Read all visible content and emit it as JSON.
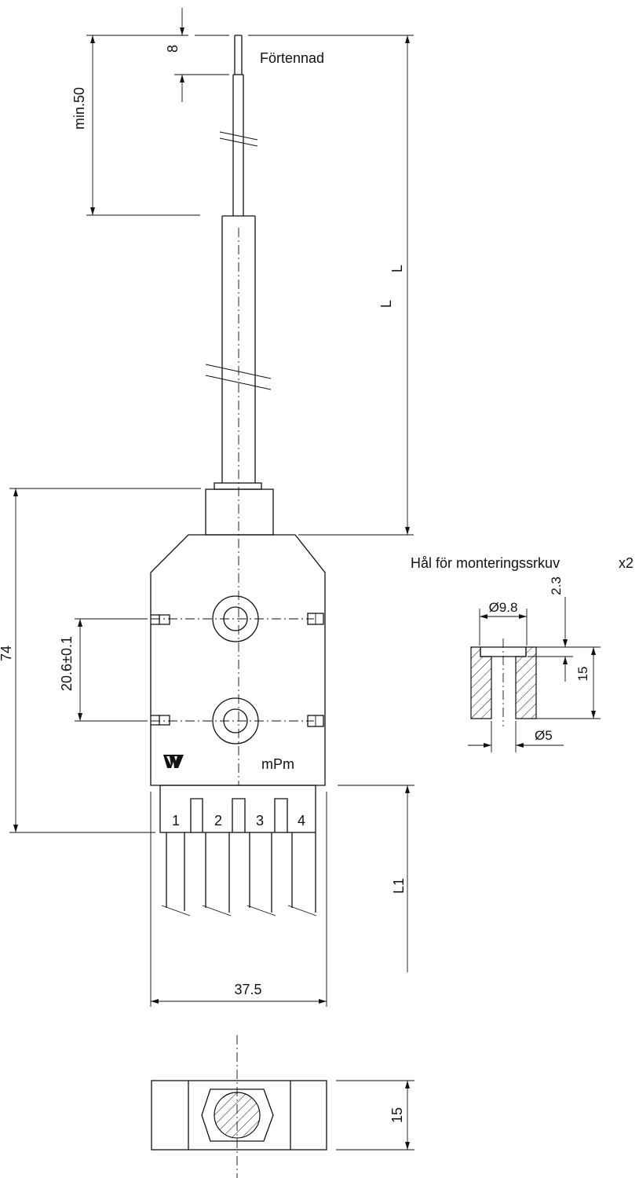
{
  "labels": {
    "tinned": "Förtennad",
    "dim_8": "8",
    "dim_min50": "min.50",
    "dim_L": "L",
    "dim_L2": "L",
    "dim_74": "74",
    "dim_pitch": "20.6±0.1",
    "dim_width": "37.5",
    "dim_L1": "L1",
    "dim_depth": "15",
    "brand": "mPm",
    "terminals": [
      "1",
      "2",
      "3",
      "4"
    ]
  },
  "hole_detail": {
    "title": "Hål för monteringssrkuv",
    "count": "x2",
    "dia_outer": "Ø9.8",
    "dia_inner": "Ø5",
    "depth_counterbore": "2.3",
    "height": "15"
  },
  "icons": {
    "logo": "w-logo-icon"
  }
}
